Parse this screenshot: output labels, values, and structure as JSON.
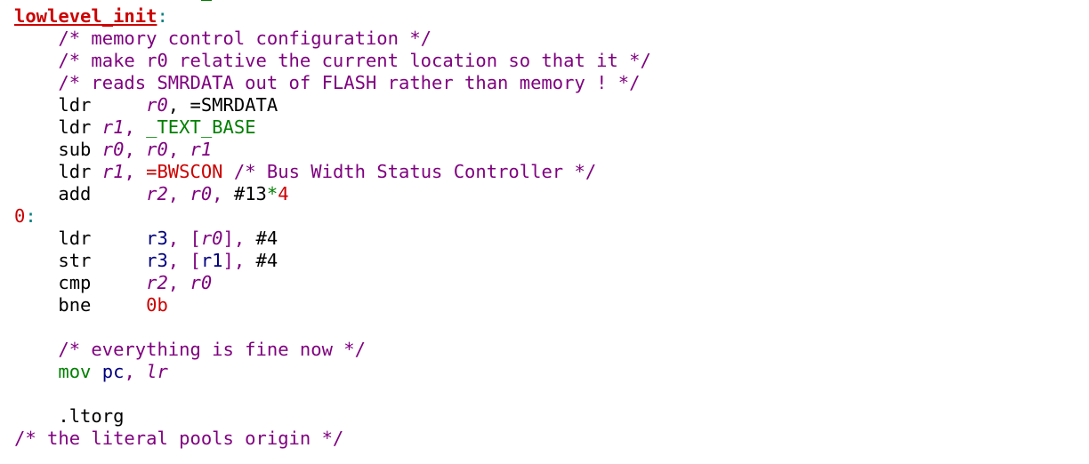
{
  "editor": {
    "lines": [
      {
        "tokens": [
          {
            "t": "lowlevel_init",
            "c": "#cc0000",
            "b": true,
            "u": true
          },
          {
            "t": ":",
            "c": "#007f7f"
          }
        ]
      },
      {
        "tokens": [
          {
            "t": "    /* memory control configuration */",
            "c": "#7f007f"
          }
        ]
      },
      {
        "tokens": [
          {
            "t": "    /* make r0 relative the current location so that it */",
            "c": "#7f007f"
          }
        ]
      },
      {
        "tokens": [
          {
            "t": "    /* reads SMRDATA out of FLASH rather than memory ! */",
            "c": "#7f007f"
          }
        ]
      },
      {
        "tokens": [
          {
            "t": "    ldr     ",
            "c": "#000000"
          },
          {
            "t": "r0",
            "c": "#7f007f",
            "i": true
          },
          {
            "t": ", ",
            "c": "#000000"
          },
          {
            "t": "=SMRDATA",
            "c": "#000000"
          }
        ]
      },
      {
        "tokens": [
          {
            "t": "    ldr ",
            "c": "#000000"
          },
          {
            "t": "r1",
            "c": "#7f007f",
            "i": true
          },
          {
            "t": ", ",
            "c": "#7f007f"
          },
          {
            "t": "_TEXT_BASE",
            "c": "#007f00"
          }
        ]
      },
      {
        "tokens": [
          {
            "t": "    sub ",
            "c": "#000000"
          },
          {
            "t": "r0",
            "c": "#7f007f",
            "i": true
          },
          {
            "t": ", ",
            "c": "#7f007f"
          },
          {
            "t": "r0",
            "c": "#7f007f",
            "i": true
          },
          {
            "t": ", ",
            "c": "#7f007f"
          },
          {
            "t": "r1",
            "c": "#7f007f",
            "i": true
          }
        ]
      },
      {
        "tokens": [
          {
            "t": "    ldr ",
            "c": "#000000"
          },
          {
            "t": "r1",
            "c": "#7f007f",
            "i": true
          },
          {
            "t": ", ",
            "c": "#7f007f"
          },
          {
            "t": "=BWSCON",
            "c": "#cc0000"
          },
          {
            "t": " /* Bus Width Status Controller */",
            "c": "#7f007f"
          }
        ]
      },
      {
        "tokens": [
          {
            "t": "    add     ",
            "c": "#000000"
          },
          {
            "t": "r2",
            "c": "#7f007f",
            "i": true
          },
          {
            "t": ", ",
            "c": "#7f007f"
          },
          {
            "t": "r0",
            "c": "#7f007f",
            "i": true
          },
          {
            "t": ", ",
            "c": "#7f007f"
          },
          {
            "t": "#13",
            "c": "#000000"
          },
          {
            "t": "*",
            "c": "#007f00"
          },
          {
            "t": "4",
            "c": "#cc0000"
          }
        ]
      },
      {
        "tokens": [
          {
            "t": "0",
            "c": "#cc0000"
          },
          {
            "t": ":",
            "c": "#007f7f"
          }
        ]
      },
      {
        "tokens": [
          {
            "t": "    ldr     ",
            "c": "#000000"
          },
          {
            "t": "r3",
            "c": "#00007f"
          },
          {
            "t": ", ",
            "c": "#7f007f"
          },
          {
            "t": "[",
            "c": "#7f007f"
          },
          {
            "t": "r0",
            "c": "#7f007f",
            "i": true
          },
          {
            "t": "]",
            "c": "#7f007f"
          },
          {
            "t": ", ",
            "c": "#7f007f"
          },
          {
            "t": "#4",
            "c": "#000000"
          }
        ]
      },
      {
        "tokens": [
          {
            "t": "    str     ",
            "c": "#000000"
          },
          {
            "t": "r3",
            "c": "#00007f"
          },
          {
            "t": ", ",
            "c": "#7f007f"
          },
          {
            "t": "[",
            "c": "#7f007f"
          },
          {
            "t": "r1",
            "c": "#00007f"
          },
          {
            "t": "]",
            "c": "#7f007f"
          },
          {
            "t": ", ",
            "c": "#7f007f"
          },
          {
            "t": "#4",
            "c": "#000000"
          }
        ]
      },
      {
        "tokens": [
          {
            "t": "    cmp     ",
            "c": "#000000"
          },
          {
            "t": "r2",
            "c": "#7f007f",
            "i": true
          },
          {
            "t": ", ",
            "c": "#7f007f"
          },
          {
            "t": "r0",
            "c": "#7f007f",
            "i": true
          }
        ]
      },
      {
        "tokens": [
          {
            "t": "    bne     ",
            "c": "#000000"
          },
          {
            "t": "0b",
            "c": "#cc0000"
          }
        ]
      },
      {
        "tokens": []
      },
      {
        "tokens": [
          {
            "t": "    /* everything is fine now */",
            "c": "#7f007f"
          }
        ]
      },
      {
        "tokens": [
          {
            "t": "    mov ",
            "c": "#007f00"
          },
          {
            "t": "pc",
            "c": "#00007f"
          },
          {
            "t": ", ",
            "c": "#7f007f"
          },
          {
            "t": "lr",
            "c": "#7f007f",
            "i": true
          }
        ]
      },
      {
        "tokens": []
      },
      {
        "tokens": [
          {
            "t": "    .ltorg",
            "c": "#000000"
          }
        ]
      },
      {
        "tokens": [
          {
            "t": "/* the literal pools origin */",
            "c": "#7f007f"
          }
        ]
      }
    ]
  }
}
